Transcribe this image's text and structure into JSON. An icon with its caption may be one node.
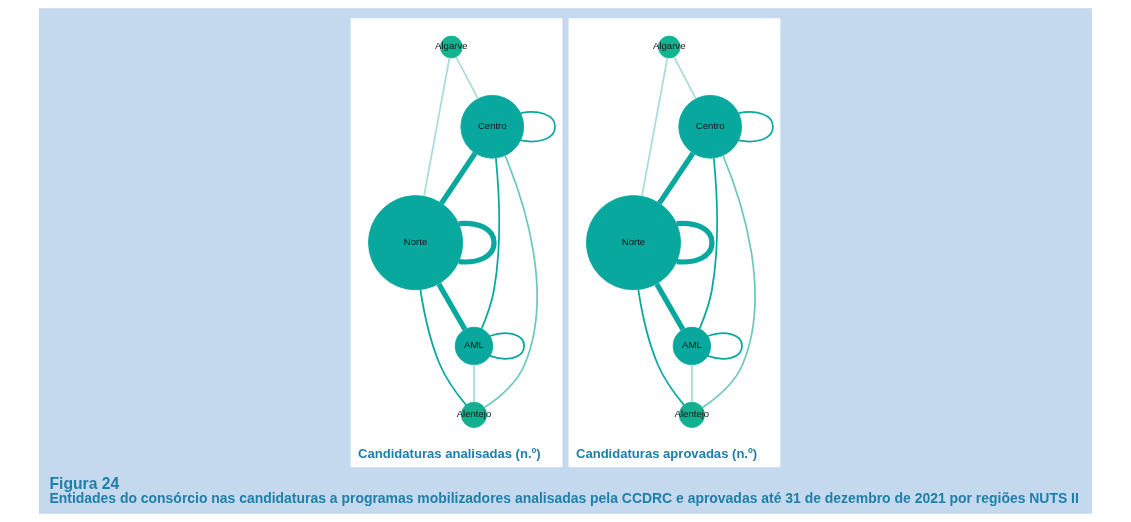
{
  "diagram": {
    "title": "Figura 24",
    "caption": "Entidades do consórcio nas candidaturas a programas mobilizadores analisadas pela CCDRC e aprovadas até 31 de dezembro de 2021 por regiões NUTS II",
    "nodes": [
      {
        "text": [
          "Candidaturas analisadas (n.º)"
        ]
      },
      {
        "text": [
          "Algarve"
        ],
        "in": 0
      },
      {
        "text": [
          "Norte"
        ],
        "in": 0
      },
      {
        "text": [
          "Centro"
        ],
        "in": 0
      },
      {
        "text": [
          "AML"
        ],
        "in": 0
      },
      {
        "text": [
          "Alentejo"
        ],
        "in": 0
      },
      {
        "text": [
          "Candidaturas aprovadas (n.º)"
        ]
      },
      {
        "text": [
          "Algarve"
        ],
        "in": 6
      },
      {
        "text": [
          "Norte"
        ],
        "in": 6
      },
      {
        "text": [
          "Centro"
        ],
        "in": 6
      },
      {
        "text": [
          "AML"
        ],
        "in": 6
      },
      {
        "text": [
          "Alentejo"
        ],
        "in": 6
      }
    ],
    "edges": [
      {
        "from": 1,
        "to": 2,
        "arrow": "none",
        "color": "#a8ddd8"
      },
      {
        "from": 1,
        "to": 3,
        "arrow": "none",
        "color": "#a8ddd8"
      },
      {
        "from": 2,
        "to": 2,
        "arrow": "none",
        "style": "thick"
      },
      {
        "from": 3,
        "to": 2,
        "arrow": "none",
        "style": "thick"
      },
      {
        "from": 3,
        "to": 3,
        "arrow": "none"
      },
      {
        "from": 2,
        "to": 4,
        "arrow": "none",
        "style": "thick"
      },
      {
        "from": 2,
        "to": 5,
        "arrow": "none"
      },
      {
        "from": 3,
        "to": 4,
        "arrow": "none"
      },
      {
        "from": 3,
        "to": 5,
        "arrow": "none",
        "color": "#6cc8bf"
      },
      {
        "from": 4,
        "to": 4,
        "arrow": "none"
      },
      {
        "from": 4,
        "to": 5,
        "arrow": "none",
        "color": "#a8ddd8"
      },
      {
        "from": 7,
        "to": 8,
        "arrow": "none",
        "color": "#a8ddd8"
      },
      {
        "from": 7,
        "to": 9,
        "arrow": "none",
        "color": "#a8ddd8"
      },
      {
        "from": 8,
        "to": 8,
        "arrow": "none",
        "style": "thick"
      },
      {
        "from": 9,
        "to": 8,
        "arrow": "none",
        "style": "thick"
      },
      {
        "from": 9,
        "to": 9,
        "arrow": "none"
      },
      {
        "from": 8,
        "to": 10,
        "arrow": "none",
        "style": "thick"
      },
      {
        "from": 8,
        "to": 11,
        "arrow": "none"
      },
      {
        "from": 9,
        "to": 10,
        "arrow": "none"
      },
      {
        "from": 9,
        "to": 11,
        "arrow": "none",
        "color": "#6cc8bf"
      },
      {
        "from": 10,
        "to": 10,
        "arrow": "none"
      },
      {
        "from": 10,
        "to": 11,
        "arrow": "none",
        "color": "#a8ddd8"
      }
    ]
  }
}
